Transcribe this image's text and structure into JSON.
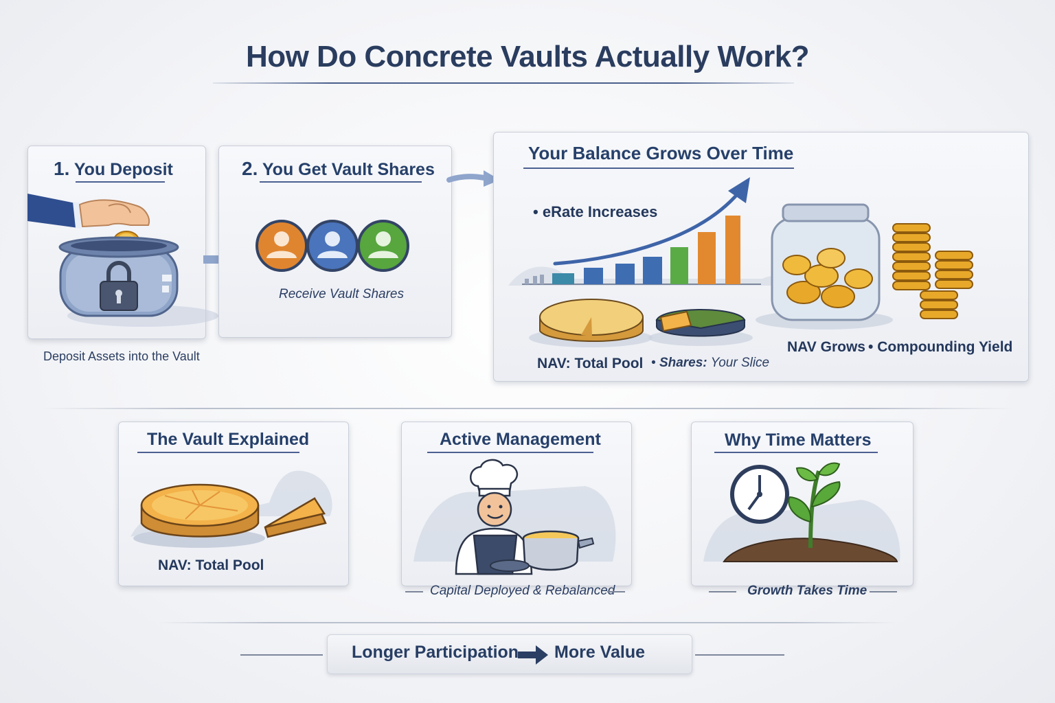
{
  "title": "How Do Concrete Vaults Actually Work?",
  "colors": {
    "navy": "#2a3d5f",
    "accent": "#4a6aa3",
    "gold": "#e8a92a",
    "orange": "#e2892f",
    "green": "#4a9a3c",
    "blue": "#3b6fb6"
  },
  "step1": {
    "number": "1.",
    "title": "You Deposit",
    "caption": "Deposit Assets into the Vault",
    "icons": [
      "hand-coin-icon",
      "vault-lock-icon"
    ]
  },
  "step2": {
    "number": "2.",
    "title": "You Get Vault Shares",
    "caption": "Receive Vault Shares",
    "icons": [
      "user-icon",
      "user-icon",
      "user-icon"
    ]
  },
  "growth": {
    "title": "Your Balance Grows Over Time",
    "bullet_erate": "eRate Increases",
    "nav_label": "NAV: Total Pool",
    "shares_label_bold": "Shares:",
    "shares_label_rest": " Your Slice",
    "nav_grows": "NAV Grows",
    "compounding": "Compounding Yield",
    "bullet": "•"
  },
  "vault_explained": {
    "title": "The Vault Explained",
    "label": "NAV: Total Pool"
  },
  "active_management": {
    "title": "Active Management",
    "caption": "Capital Deployed & Rebalanced"
  },
  "time_matters": {
    "title": "Why Time Matters",
    "caption": "Growth Takes Time"
  },
  "footer": {
    "left": "Longer Participation",
    "right": "More Value"
  }
}
